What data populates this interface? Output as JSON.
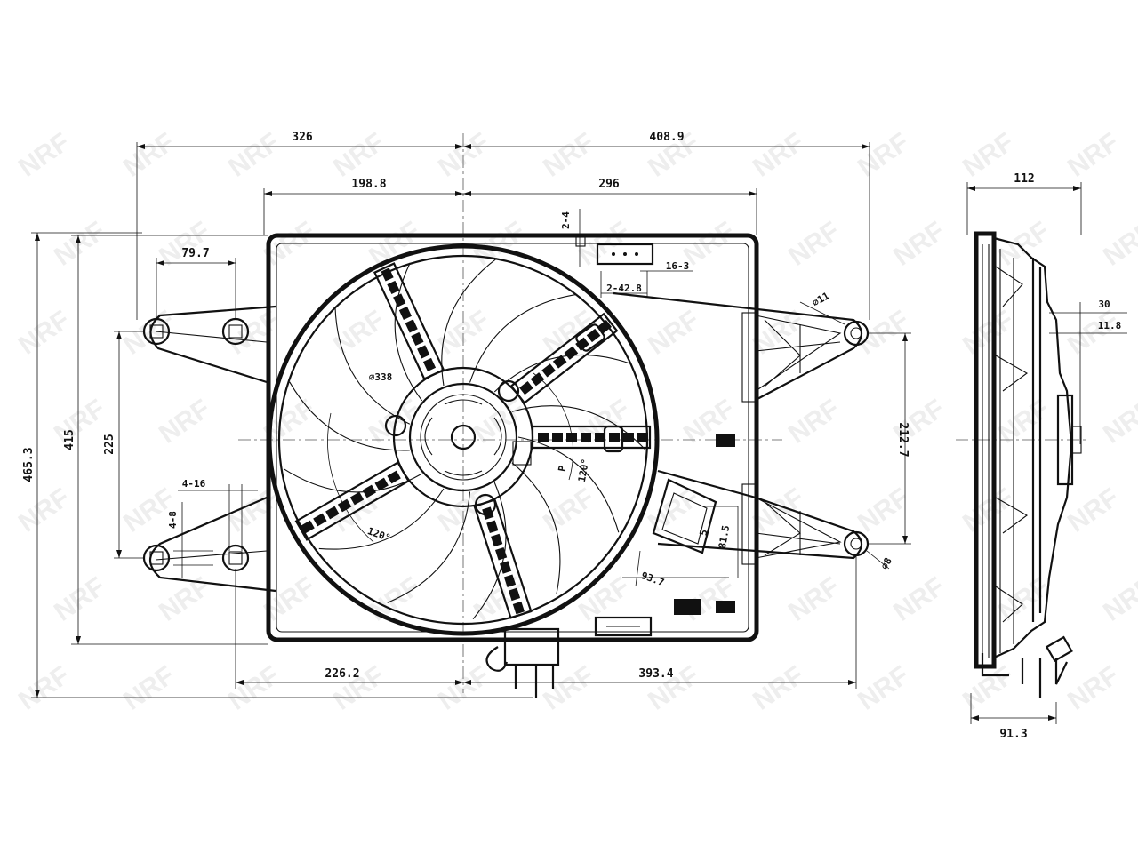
{
  "watermark": {
    "text": "NRF"
  },
  "dimensions": {
    "top_left_width": "326",
    "top_right_width": "408.9",
    "frame_left_half": "198.8",
    "frame_right_half": "296",
    "side_depth": "112",
    "mount_left_pitch": "79.7",
    "connector_offset_v": "2-4",
    "connector_pin": "16-3",
    "connector_offset_h": "2-42.8",
    "hole_top_right": "⌀11",
    "shroud_dia": "⌀338",
    "angle_top": "120°",
    "angle_bottom": "120°",
    "label_p": "P",
    "total_height": "465.3",
    "frame_height": "415",
    "mount_left_v": "225",
    "mount_right_v": "212.7",
    "left_hole_h": "4-16",
    "left_hole_v": "4-8",
    "resistor_dim_a": "5",
    "resistor_dim_b": "81.5",
    "resistor_dim_c": "93.7",
    "hole_bottom_right": "⌀8",
    "bottom_left_width": "226.2",
    "bottom_right_width": "393.4",
    "side_offset_a": "30",
    "side_offset_b": "11.8",
    "side_base": "91.3"
  }
}
